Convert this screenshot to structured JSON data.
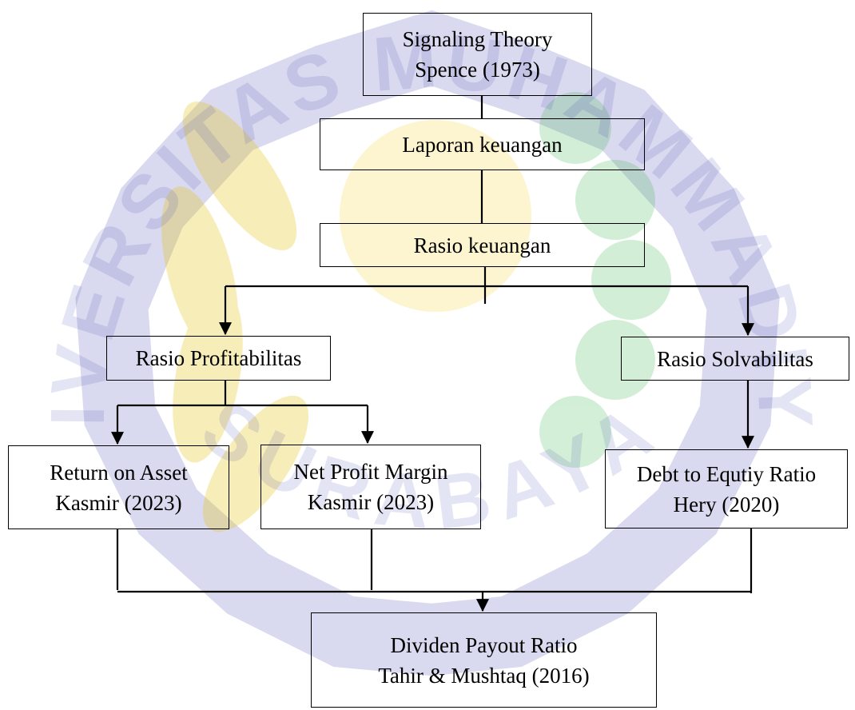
{
  "watermark": {
    "text_top": "UNIVERSITAS MUHAMMADIYAH",
    "text_bottom": "SURABAYA",
    "colors": {
      "ring": "#2d2fa8",
      "leaves": "#e6c619",
      "sun": "#f3dc52",
      "vine": "#3cb44a"
    }
  },
  "diagram": {
    "nodes": {
      "signaling": {
        "lines": [
          "Signaling Theory",
          "Spence (1973)"
        ]
      },
      "laporan": {
        "lines": [
          "Laporan keuangan"
        ]
      },
      "rasio": {
        "lines": [
          "Rasio keuangan"
        ]
      },
      "profitabilitas": {
        "lines": [
          "Rasio Profitabilitas"
        ]
      },
      "solvabilitas": {
        "lines": [
          "Rasio Solvabilitas"
        ]
      },
      "roa": {
        "lines": [
          "Return on Asset",
          "Kasmir (2023)"
        ]
      },
      "npm": {
        "lines": [
          "Net Profit Margin",
          "Kasmir (2023)"
        ]
      },
      "der": {
        "lines": [
          "Debt to Equtiy Ratio",
          "Hery (2020)"
        ]
      },
      "dpr": {
        "lines": [
          "Dividen Payout Ratio",
          "Tahir & Mushtaq (2016)"
        ]
      }
    }
  }
}
